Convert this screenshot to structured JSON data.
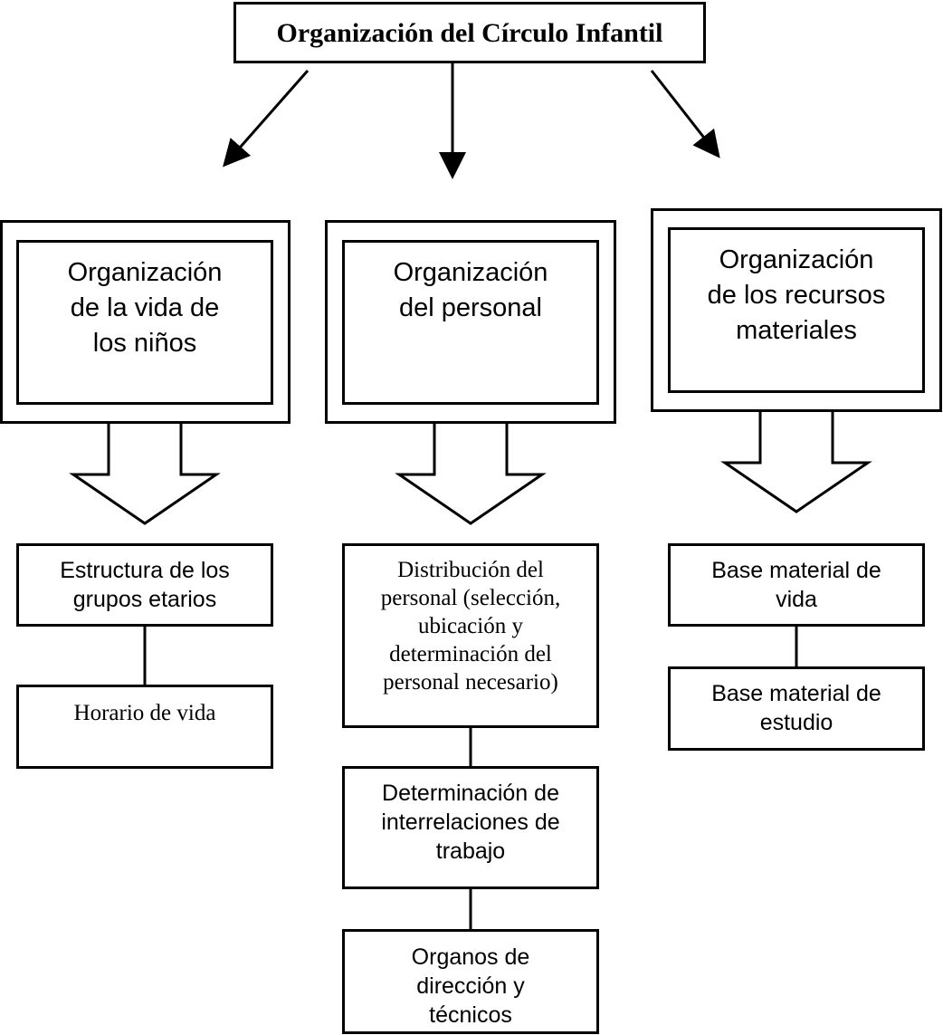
{
  "diagram": {
    "title": "Organización del Círculo Infantil",
    "branches": [
      {
        "heading": "Organización\nde la vida de\nlos niños",
        "items": [
          "Estructura de los\ngrupos etarios",
          "Horario de vida"
        ]
      },
      {
        "heading": "Organización\ndel personal",
        "items": [
          "Distribución del\npersonal (selección,\nubicación y\ndeterminación del\npersonal necesario)",
          "Determinación de\ninterrelaciones de\ntrabajo",
          "Organos de\ndirección y\ntécnicos"
        ]
      },
      {
        "heading": "Organización\nde los recursos\nmateriales",
        "items": [
          "Base material de\nvida",
          "Base material de\nestudio"
        ]
      }
    ]
  }
}
